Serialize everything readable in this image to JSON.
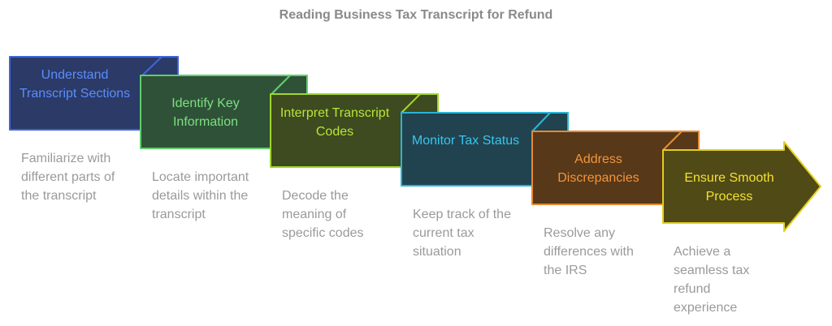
{
  "title": "Reading Business Tax Transcript for Refund",
  "steps": [
    {
      "label": "Understand Transcript Sections",
      "description": "Familiarize with different parts of the transcript",
      "fill": "#2b3a66",
      "stroke": "#3f66d8",
      "text_color": "#5a8dff"
    },
    {
      "label": "Identify Key Information",
      "description": "Locate important details within the transcript",
      "fill": "#2f5138",
      "stroke": "#5fce6c",
      "text_color": "#7be07f"
    },
    {
      "label": "Interpret Transcript Codes",
      "description": "Decode the meaning of specific codes",
      "fill": "#3e4a1f",
      "stroke": "#a2d52d",
      "text_color": "#b8e838"
    },
    {
      "label": "Monitor Tax Status",
      "description": "Keep track of the current tax situation",
      "fill": "#21434f",
      "stroke": "#29b4d8",
      "text_color": "#37c6ee"
    },
    {
      "label": "Address Discrepancies",
      "description": "Resolve any differences with the IRS",
      "fill": "#573818",
      "stroke": "#e68a33",
      "text_color": "#f2953b"
    },
    {
      "label": "Ensure Smooth Process",
      "description": "Achieve a seamless tax refund experience",
      "fill": "#504a17",
      "stroke": "#e0cf1e",
      "text_color": "#f2e130"
    }
  ]
}
